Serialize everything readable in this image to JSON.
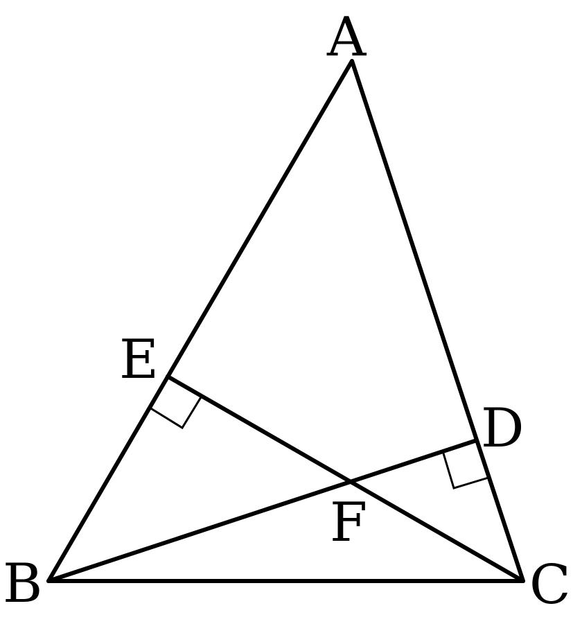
{
  "figure": {
    "labels": {
      "A": "A",
      "B": "B",
      "C": "C",
      "D": "D",
      "E": "E",
      "F": "F"
    },
    "segments": [
      [
        "A",
        "B"
      ],
      [
        "A",
        "C"
      ],
      [
        "B",
        "C"
      ],
      [
        "B",
        "D"
      ],
      [
        "C",
        "E"
      ]
    ],
    "right_angles": [
      "E",
      "D"
    ],
    "colors": {
      "line": "#000000",
      "background": "#ffffff"
    }
  }
}
